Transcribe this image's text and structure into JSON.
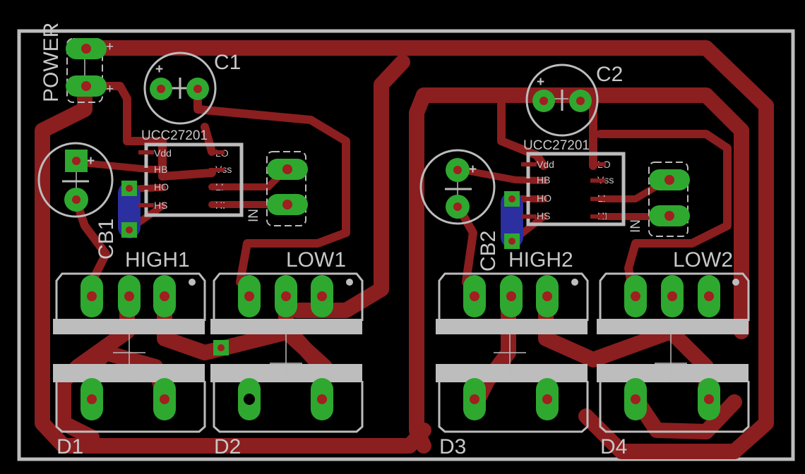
{
  "board": {
    "labels": {
      "power": "POWER",
      "plus_top": "+",
      "plus_bottom": "+",
      "c1": "C1",
      "c2": "C2",
      "ic1": "UCC27201",
      "ic2": "UCC27201",
      "cb1": "CB1",
      "cb2": "CB2",
      "in1": "IN",
      "in2": "IN",
      "high1": "HIGH1",
      "low1": "LOW1",
      "high2": "HIGH2",
      "low2": "LOW2",
      "d1": "D1",
      "d2": "D2",
      "d3": "D3",
      "d4": "D4"
    },
    "ic_pins": {
      "left": [
        "Vdd",
        "HB",
        "HO",
        "HS"
      ],
      "right": [
        "LO",
        "Vss",
        "LI",
        "HI"
      ]
    },
    "colors": {
      "background": "#000000",
      "top_copper": "#8b1e1f",
      "bottom_copper": "#2b2fa0",
      "pad": "#2fa82f",
      "silkscreen": "#bcbcbc"
    }
  }
}
